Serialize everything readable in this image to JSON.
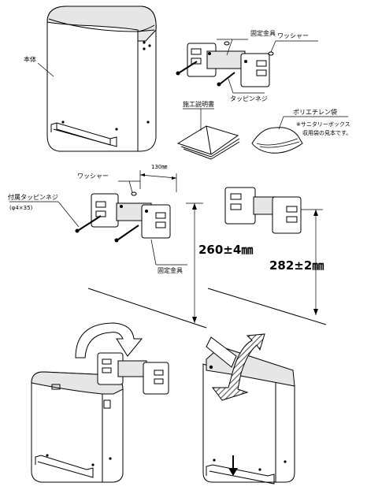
{
  "labels": {
    "main_body": "本体",
    "fixing_bracket": "固定金具",
    "washer": "ワッシャー",
    "tapping_screw": "タッピンネジ",
    "manual": "施工説明書",
    "poly_bag": "ポリエチレン袋",
    "poly_bag_note_line1": "※サニタリーボックス",
    "poly_bag_note_line2": "収用袋の見本です。",
    "washer_2": "ワッシャー",
    "dim_130": "130㎜",
    "accessory_screw": "付属タッピンネジ",
    "screw_spec": "(φ4×35)",
    "fixing_bracket_2": "固定金具",
    "height_260": "260±4㎜",
    "height_282": "282±2㎜"
  }
}
